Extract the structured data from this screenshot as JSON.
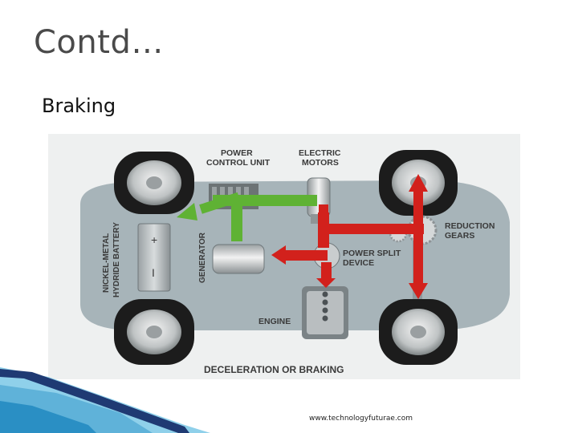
{
  "slide": {
    "title": "Contd…",
    "subtitle": "Braking",
    "credit": "www.technologyfuturae.com"
  },
  "diagram": {
    "labels": {
      "power_control_unit_1": "POWER",
      "power_control_unit_2": "CONTROL UNIT",
      "electric_motors_1": "ELECTRIC",
      "electric_motors_2": "MOTORS",
      "reduction_gears_1": "REDUCTION",
      "reduction_gears_2": "GEARS",
      "power_split_1": "POWER SPLIT",
      "power_split_2": "DEVICE",
      "battery_1": "NICKEL-METAL",
      "battery_2": "HYDRIDE BATTERY",
      "generator": "GENERATOR",
      "engine": "ENGINE",
      "caption": "DECELERATION OR BRAKING",
      "plus": "+",
      "minus": "I"
    },
    "colors": {
      "background": "#eef0f0",
      "car_body": "#a7b4b9",
      "red_flow": "#d2211c",
      "green_flow": "#5fb234",
      "tire": "#1c1c1c",
      "rim": "#d8d8d8"
    }
  }
}
